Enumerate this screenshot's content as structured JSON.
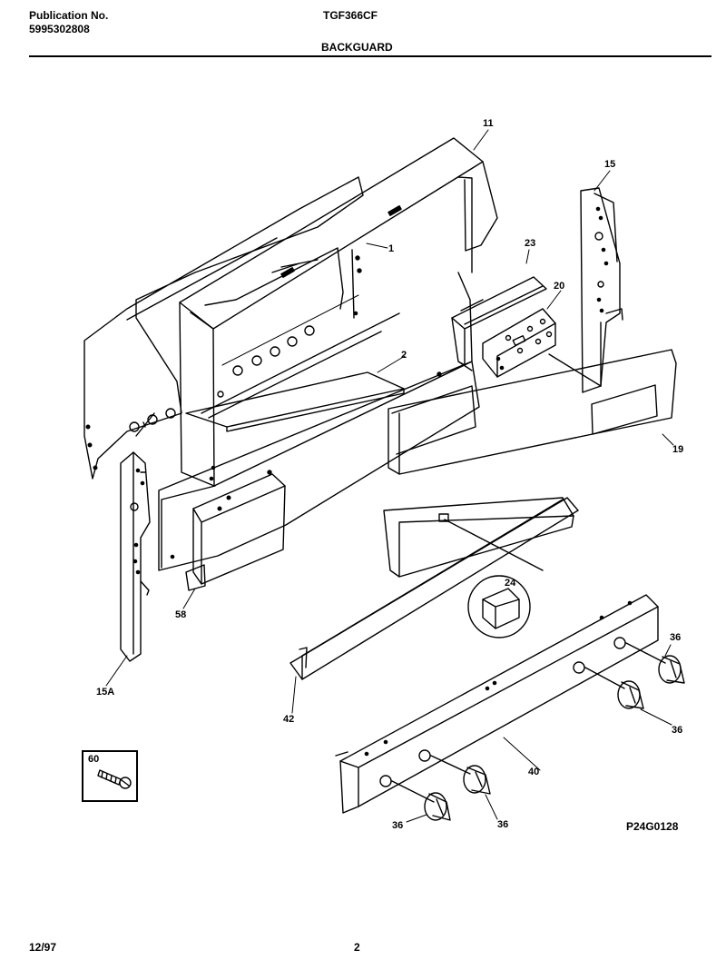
{
  "header": {
    "publication_label": "Publication No.",
    "publication_number": "5995302808",
    "model": "TGF366CF",
    "section_title": "BACKGUARD"
  },
  "callouts": {
    "c11": "11",
    "c1": "1",
    "c15": "15",
    "c23": "23",
    "c20": "20",
    "c2": "2",
    "c19": "19",
    "c58": "58",
    "c24": "24",
    "c15a": "15A",
    "c42": "42",
    "c36a": "36",
    "c36b": "36",
    "c36c": "36",
    "c36d": "36",
    "c40": "40",
    "c60": "60"
  },
  "diagram_code": "P24G0128",
  "footer": {
    "date": "12/97",
    "page": "2"
  }
}
